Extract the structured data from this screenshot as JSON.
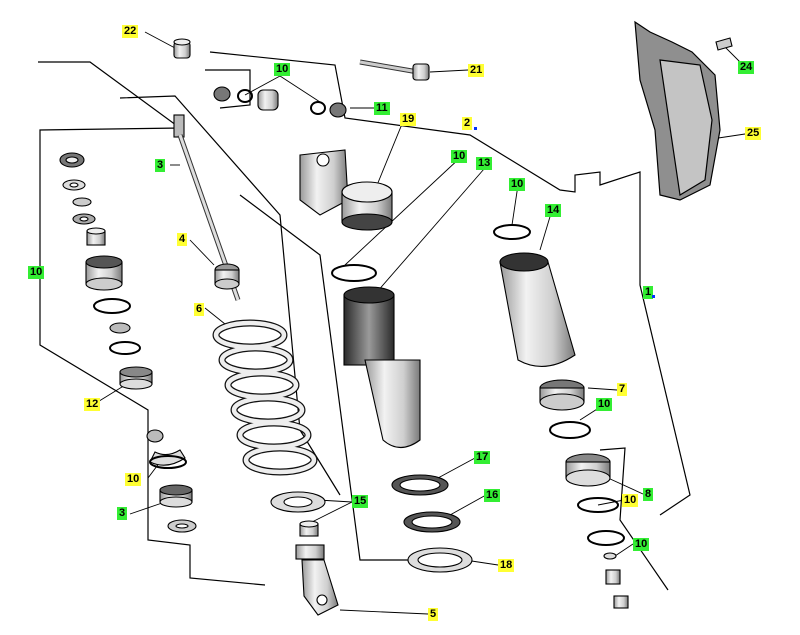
{
  "diagram": {
    "colors": {
      "yellow_label": "#ffff33",
      "green_label": "#33ee33",
      "outline": "#000000",
      "part_fill": "#e6e6e6",
      "part_shadow": "#9a9a9a"
    },
    "callouts": {
      "c22": "22",
      "c10a": "10",
      "c21": "21",
      "c11": "11",
      "c2": "2",
      "c19": "19",
      "c24": "24",
      "c25": "25",
      "c3a": "3",
      "c10b": "10",
      "c13": "13",
      "c10c": "10",
      "c14": "14",
      "c4": "4",
      "c10d": "10",
      "c1": "1",
      "c6": "6",
      "c7": "7",
      "c12": "12",
      "c10e": "10",
      "c10f": "10",
      "c17": "17",
      "c3b": "3",
      "c15": "15",
      "c16": "16",
      "c8": "8",
      "c10g": "10",
      "c10h": "10",
      "c18": "18",
      "c5": "5"
    }
  }
}
